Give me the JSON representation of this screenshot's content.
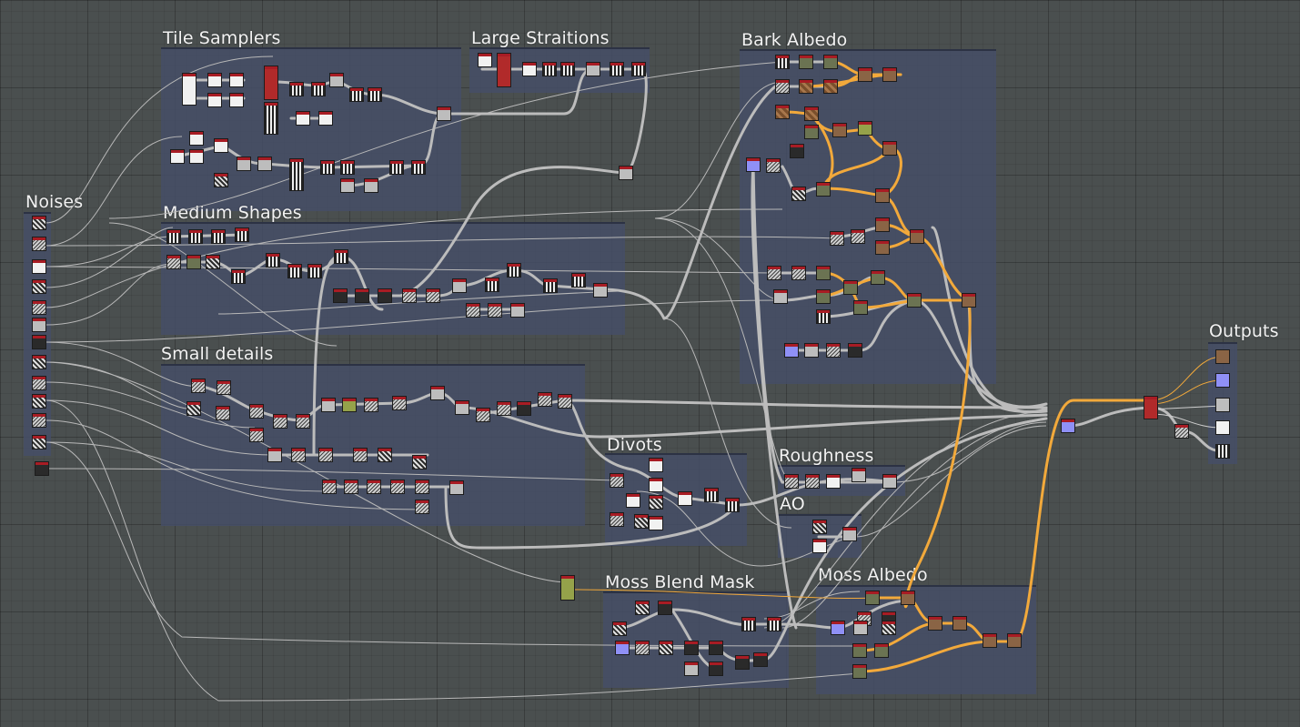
{
  "frames": [
    {
      "id": "tile-samplers",
      "title": "Tile Samplers"
    },
    {
      "id": "large-straitions",
      "title": "Large Straitions"
    },
    {
      "id": "bark-albedo",
      "title": "Bark Albedo"
    },
    {
      "id": "noises",
      "title": "Noises"
    },
    {
      "id": "medium-shapes",
      "title": "Medium Shapes"
    },
    {
      "id": "small-details",
      "title": "Small details"
    },
    {
      "id": "divots",
      "title": "Divots"
    },
    {
      "id": "roughness",
      "title": "Roughness"
    },
    {
      "id": "ao",
      "title": "AO"
    },
    {
      "id": "moss-blend-mask",
      "title": "Moss Blend Mask"
    },
    {
      "id": "moss-albedo",
      "title": "Moss Albedo"
    },
    {
      "id": "outputs",
      "title": "Outputs"
    }
  ],
  "colors": {
    "canvas": "#4a4f4f",
    "frame": "#464e68",
    "wire_gray": "#b8b8b8",
    "wire_color": "#f2a93b",
    "node_header": "#a81c24"
  }
}
